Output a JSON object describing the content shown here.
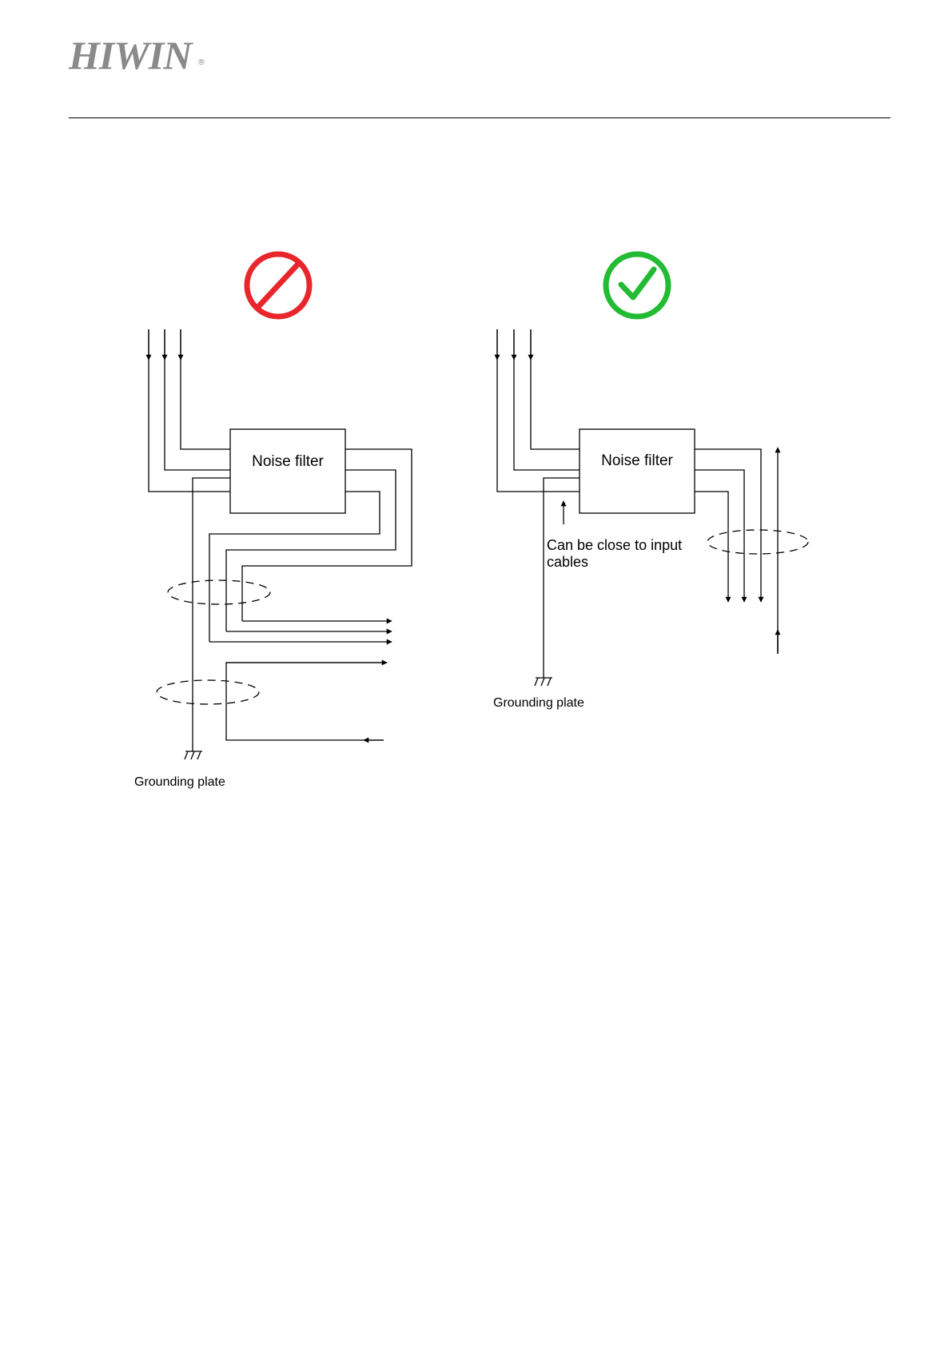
{
  "header": {
    "logo_text": "HIWIN",
    "logo_mark": "®",
    "logo_color": "#8a8a8a"
  },
  "diagram": {
    "wrong": {
      "symbol_icon": "prohibited-icon",
      "symbol_color": "#e8262b",
      "filter_label": "Noise filter",
      "ground_label": "Grounding plate"
    },
    "right": {
      "symbol_icon": "checkmark-icon",
      "symbol_color": "#22bb33",
      "filter_label": "Noise filter",
      "note_line1": "Can be close to input",
      "note_line2": "cables",
      "ground_label": "Grounding plate"
    }
  }
}
